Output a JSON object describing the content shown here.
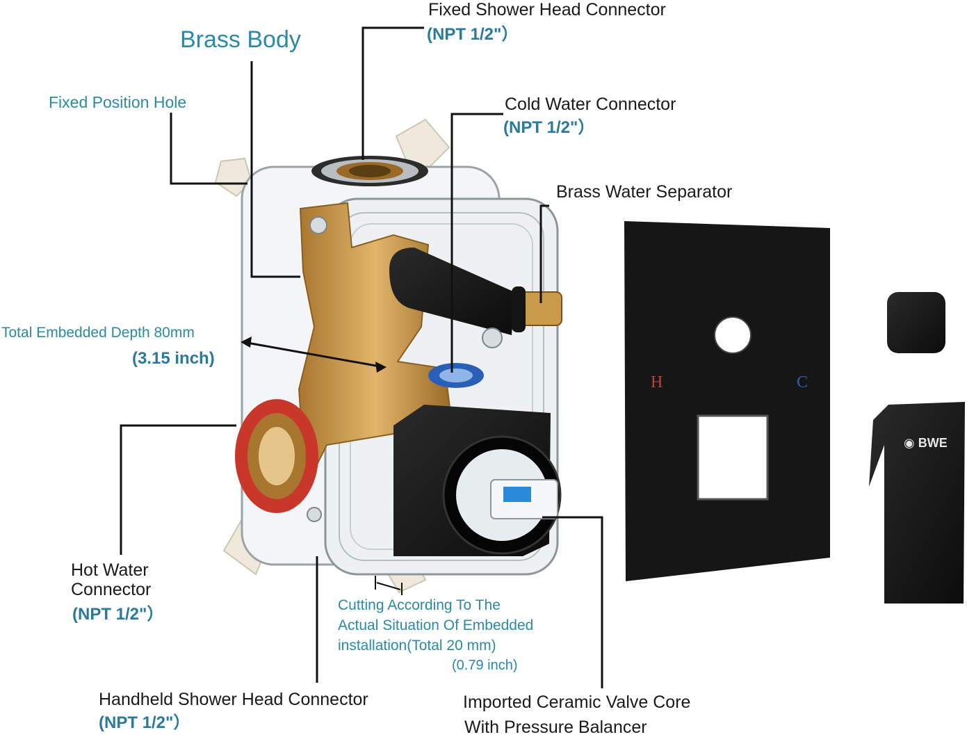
{
  "labels": {
    "brass_body": "Brass Body",
    "fixed_position_hole": "Fixed Position Hole",
    "fixed_shower": {
      "title": "Fixed Shower Head Connector",
      "spec": "(NPT 1/2\"）"
    },
    "cold_water": {
      "title": "Cold Water Connector",
      "spec": "(NPT 1/2\"）"
    },
    "brass_separator": "Brass Water Separator",
    "depth": {
      "title": "Total Embedded Depth 80mm",
      "spec": "(3.15 inch)"
    },
    "hot_water": {
      "line1": "Hot Water",
      "line2": "Connector",
      "spec": "(NPT 1/2\"）"
    },
    "cutting": {
      "line1": "Cutting According To The",
      "line2": "Actual Situation Of Embedded",
      "line3": "installation(Total 20 mm)",
      "line4": "(0.79 inch)"
    },
    "handheld": {
      "title": "Handheld Shower Head Connector",
      "spec": "(NPT 1/2\"）"
    },
    "ceramic": {
      "line1": "Imported Ceramic Valve Core",
      "line2": "With Pressure Balancer"
    }
  },
  "plate_marks": {
    "hot": "H",
    "cold": "C"
  },
  "brand": "BWE",
  "colors": {
    "accent_teal": "#2a8aa8",
    "brass": "#c99a4a",
    "matte_black": "#141414",
    "hot_red": "#c8372a",
    "cold_blue": "#2a5fb8"
  }
}
